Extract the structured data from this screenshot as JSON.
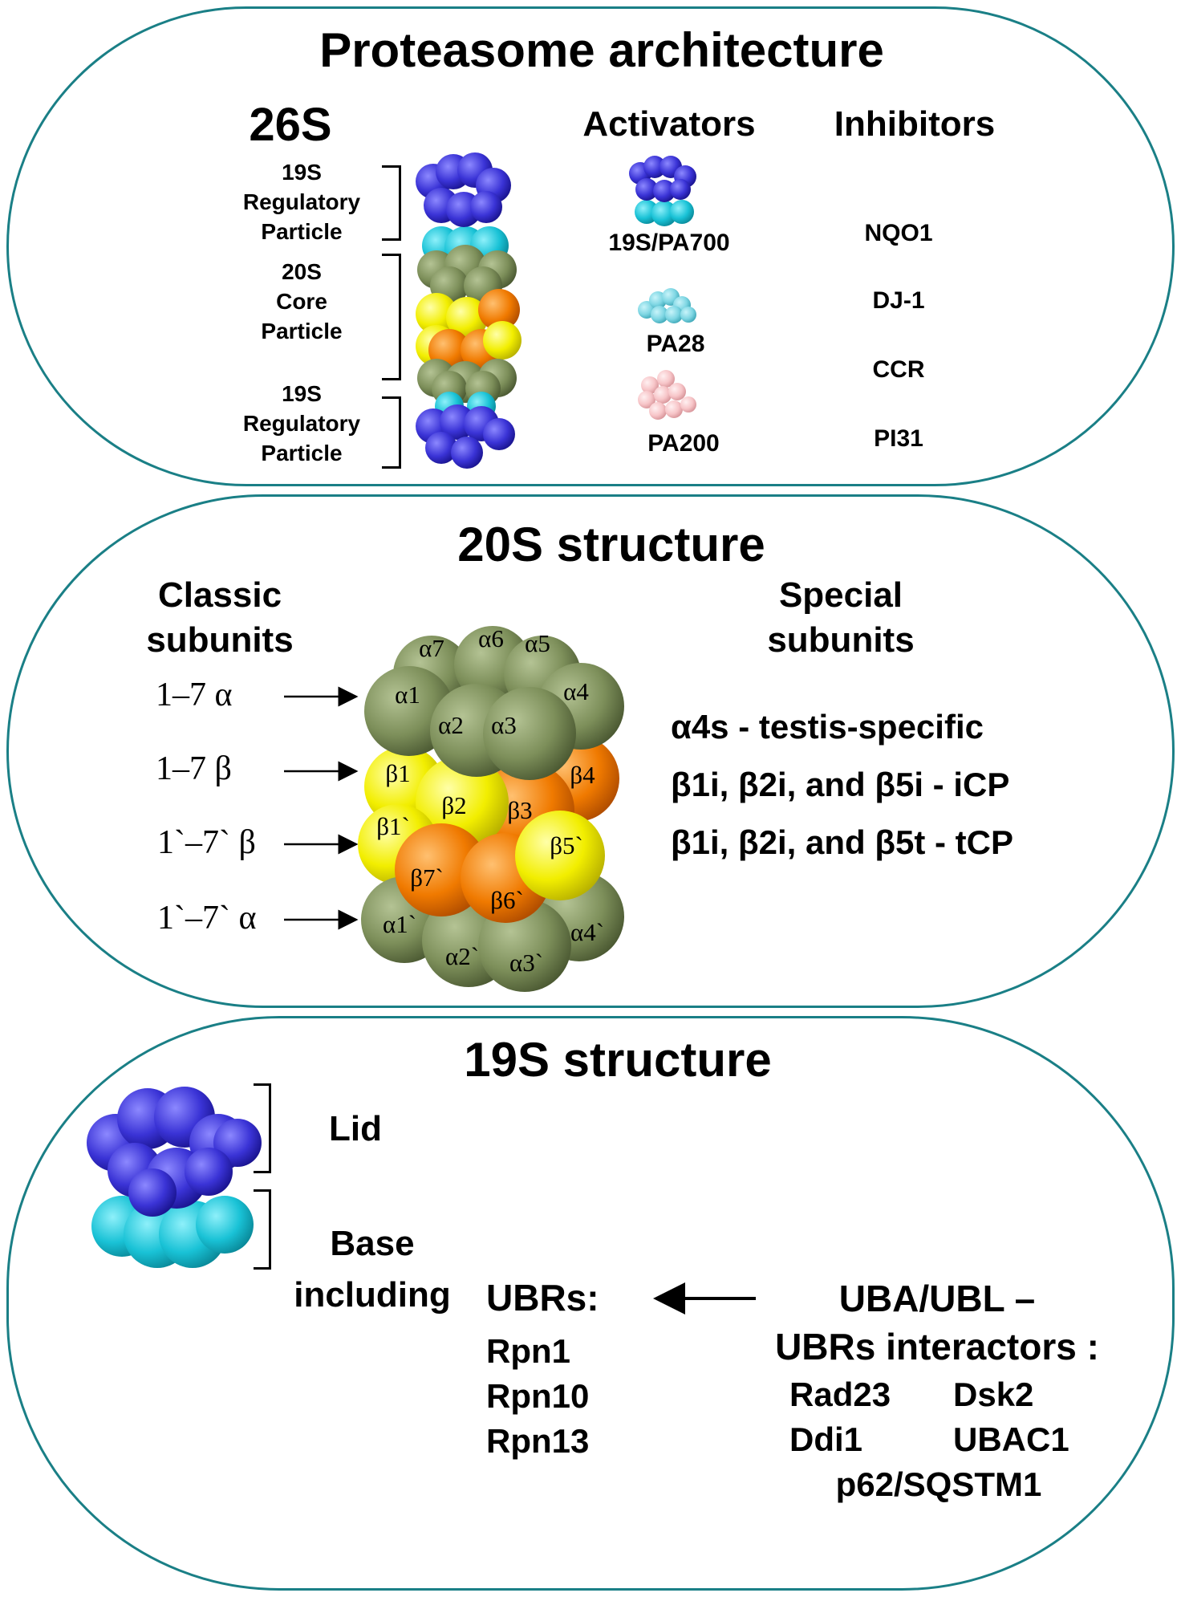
{
  "architecture": {
    "title": "Proteasome architecture",
    "label_26s": "26S",
    "rp_top": [
      "19S",
      "Regulatory",
      "Particle"
    ],
    "cp": [
      "20S",
      "Core",
      "Particle"
    ],
    "rp_bottom": [
      "19S",
      "Regulatory",
      "Particle"
    ],
    "activators_heading": "Activators",
    "inhibitors_heading": "Inhibitors",
    "activators": [
      "19S/PA700",
      "PA28",
      "PA200"
    ],
    "inhibitors": [
      "NQO1",
      "DJ-1",
      "CCR",
      "PI31"
    ]
  },
  "structure_20s": {
    "title": "20S structure",
    "classic_heading": [
      "Classic",
      "subunits"
    ],
    "special_heading": [
      "Special",
      "subunits"
    ],
    "rows": [
      "1–7 α",
      "1–7 β",
      "1`–7` β",
      "1`–7` α"
    ],
    "subunits": {
      "a7": "α7",
      "a6": "α6",
      "a5": "α5",
      "a1": "α1",
      "a4": "α4",
      "a2": "α2",
      "a3": "α3",
      "b1": "β1",
      "b4": "β4",
      "b2": "β2",
      "b3": "β3",
      "b1p": "β1`",
      "b5p": "β5`",
      "b7p": "β7`",
      "b6p": "β6`",
      "a1p": "α1`",
      "a4p": "α4`",
      "a2p": "α2`",
      "a3p": "α3`"
    },
    "special": [
      "α4s - testis-specific",
      "β1i, β2i, and β5i - iCP",
      "β1i, β2i, and β5t -  tCP"
    ]
  },
  "structure_19s": {
    "title": "19S structure",
    "lid": "Lid",
    "base": [
      "Base",
      "including"
    ],
    "ubrs_heading": "UBRs:",
    "ubrs": [
      "Rpn1",
      "Rpn10",
      "Rpn13"
    ],
    "interactors_heading": [
      "UBA/UBL –",
      "UBRs interactors :"
    ],
    "interactors": [
      "Rad23",
      "Dsk2",
      "Ddi1",
      "UBAC1",
      "p62/SQSTM1"
    ]
  },
  "colors": {
    "border": "#1a7f86",
    "olive": "#7d8f5a",
    "yellow": "#f2ee00",
    "orange": "#f07a00",
    "blue": "#3a33d6",
    "cyan": "#19c2d6",
    "pink": "#f7c5c8",
    "light_cyan": "#7ed6e3"
  }
}
